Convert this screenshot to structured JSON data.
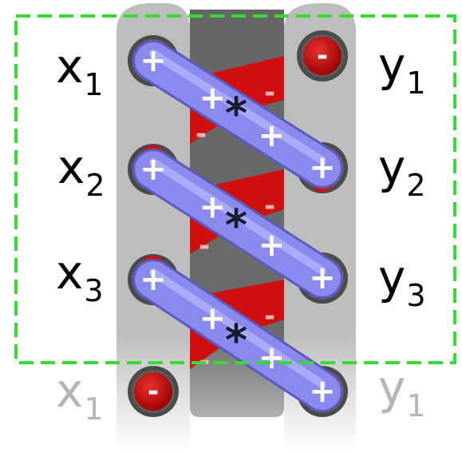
{
  "left_labels": [
    {
      "base": "x",
      "sub": "1"
    },
    {
      "base": "x",
      "sub": "2"
    },
    {
      "base": "x",
      "sub": "3"
    },
    {
      "base": "x",
      "sub": "1"
    }
  ],
  "right_labels": [
    {
      "base": "y",
      "sub": "1"
    },
    {
      "base": "y",
      "sub": "2"
    },
    {
      "base": "y",
      "sub": "3"
    },
    {
      "base": "y",
      "sub": "1"
    }
  ],
  "symbols": {
    "plus": "+",
    "minus": "-",
    "product": "*"
  },
  "colors": {
    "positive": "#8a8aee",
    "negative": "#d01010",
    "rail": "#bdbdbd",
    "core": "#6b6b6b",
    "frame": "#33dd33"
  }
}
